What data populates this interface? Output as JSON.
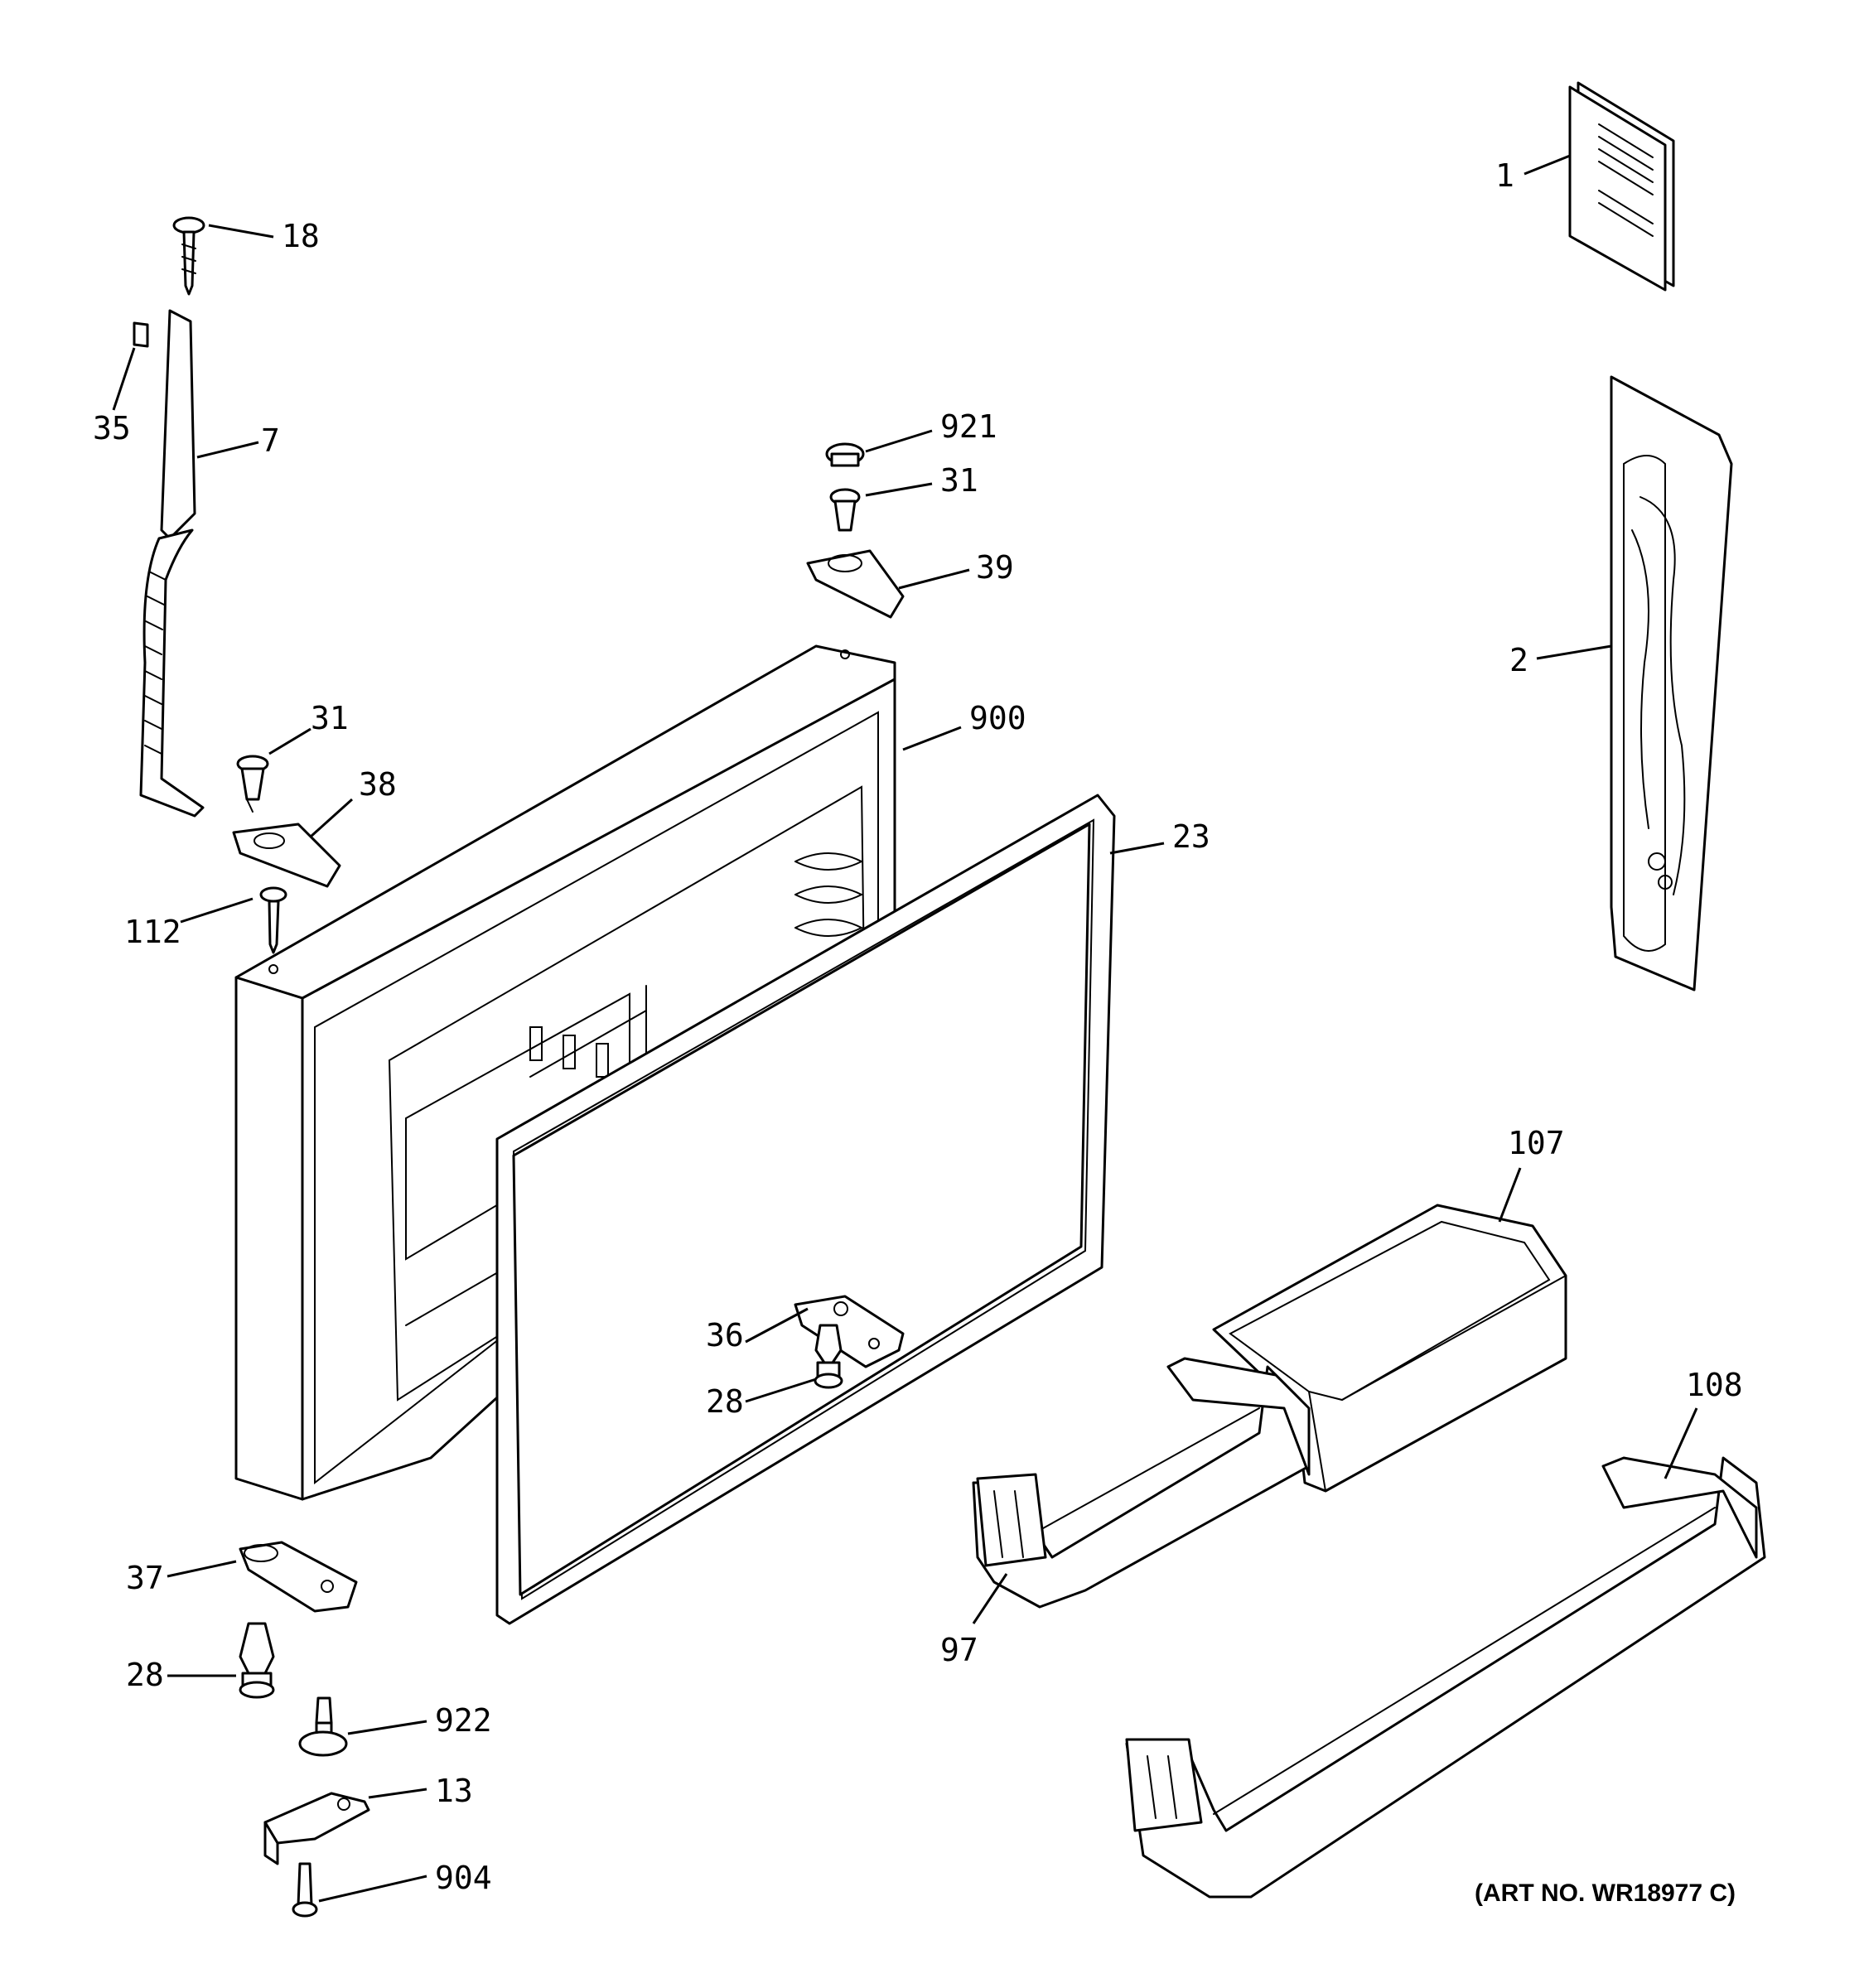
{
  "callouts": {
    "c1": "1",
    "c2": "2",
    "c7": "7",
    "c13": "13",
    "c18": "18",
    "c23": "23",
    "c28a": "28",
    "c28b": "28",
    "c31a": "31",
    "c31b": "31",
    "c35": "35",
    "c36": "36",
    "c37": "37",
    "c38": "38",
    "c39": "39",
    "c97": "97",
    "c107": "107",
    "c108": "108",
    "c112": "112",
    "c900": "900",
    "c904": "904",
    "c921": "921",
    "c922": "922"
  },
  "art_number": "(ART NO. WR18977 C)",
  "colors": {
    "line": "#000000",
    "background": "#ffffff"
  }
}
